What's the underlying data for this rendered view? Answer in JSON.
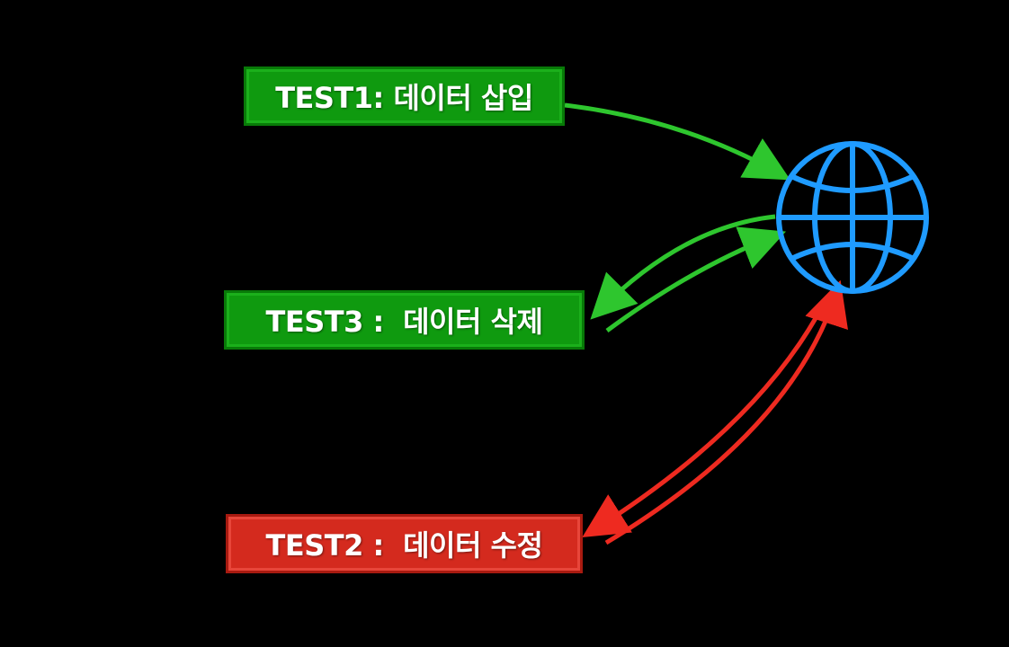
{
  "labels": {
    "test1": "TEST1: 데이터 삽입",
    "test3": "TEST3 :  데이터 삭제",
    "test2": "TEST2 :  데이터 수정"
  },
  "colors": {
    "background": "#000000",
    "green": "#0f9a0f",
    "red": "#d42a1e",
    "green_arrow": "#2ec62e",
    "red_arrow": "#ee2a20",
    "globe": "#1f9bff"
  },
  "icons": {
    "server": "globe-icon"
  }
}
